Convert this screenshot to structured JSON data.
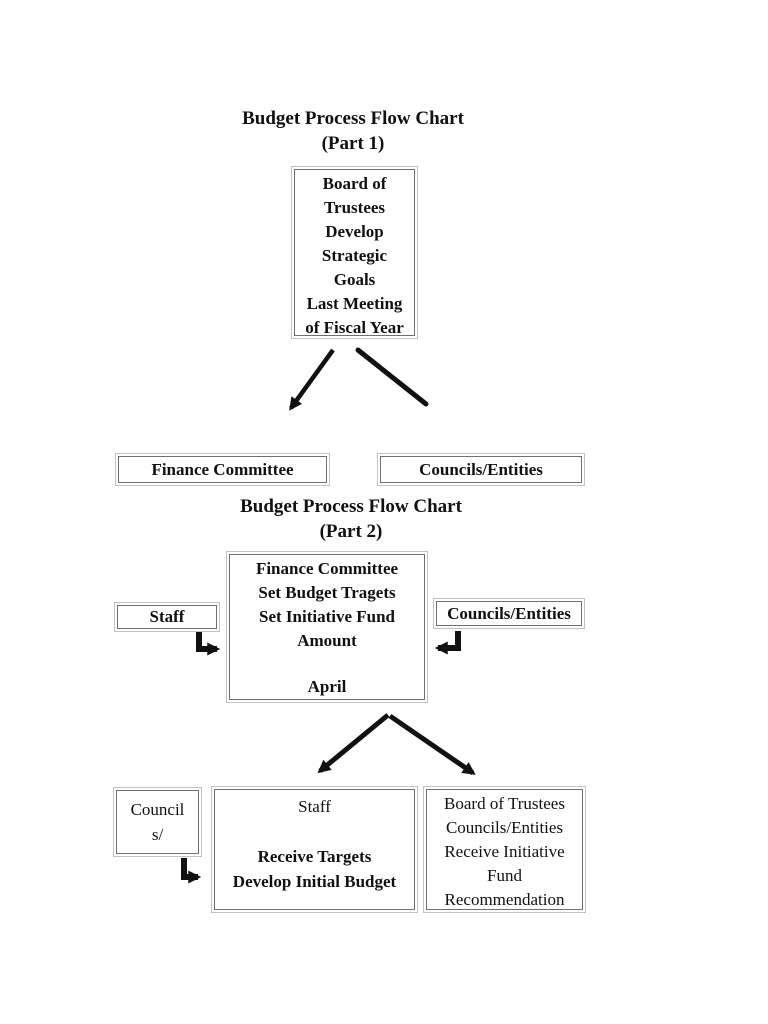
{
  "part1": {
    "title_line1": "Budget Process Flow Chart",
    "title_line2": "(Part 1)",
    "board_box": {
      "lines": [
        "Board of",
        "Trustees",
        "Develop",
        "Strategic",
        "Goals",
        "Last Meeting",
        "of Fiscal Year"
      ]
    },
    "finance_box": {
      "label": "Finance Committee"
    },
    "councils_box": {
      "label": "Councils/Entities"
    }
  },
  "part2": {
    "title_line1": "Budget Process Flow Chart",
    "title_line2": "(Part 2)",
    "staff_box": {
      "label": "Staff"
    },
    "councils_box": {
      "label": "Councils/Entities"
    },
    "center_box": {
      "lines": [
        "Finance Committee",
        "Set Budget Tragets",
        "Set Initiative Fund",
        "Amount",
        "",
        "April"
      ]
    },
    "councils_small_box": {
      "lines": [
        "Council",
        "s/"
      ]
    },
    "staff_receive_box": {
      "lines": [
        "Staff",
        "",
        "Receive Targets",
        "Develop Initial Budget"
      ]
    },
    "board_receive_box": {
      "lines": [
        "Board of Trustees",
        "Councils/Entities",
        "Receive Initiative",
        "Fund",
        "Recommendation"
      ]
    }
  },
  "colors": {
    "text": "#111111",
    "arrow": "#111111",
    "border_inner": "#6f6f6f",
    "border_outer": "#c2c2c2",
    "page_background": "#ffffff"
  }
}
